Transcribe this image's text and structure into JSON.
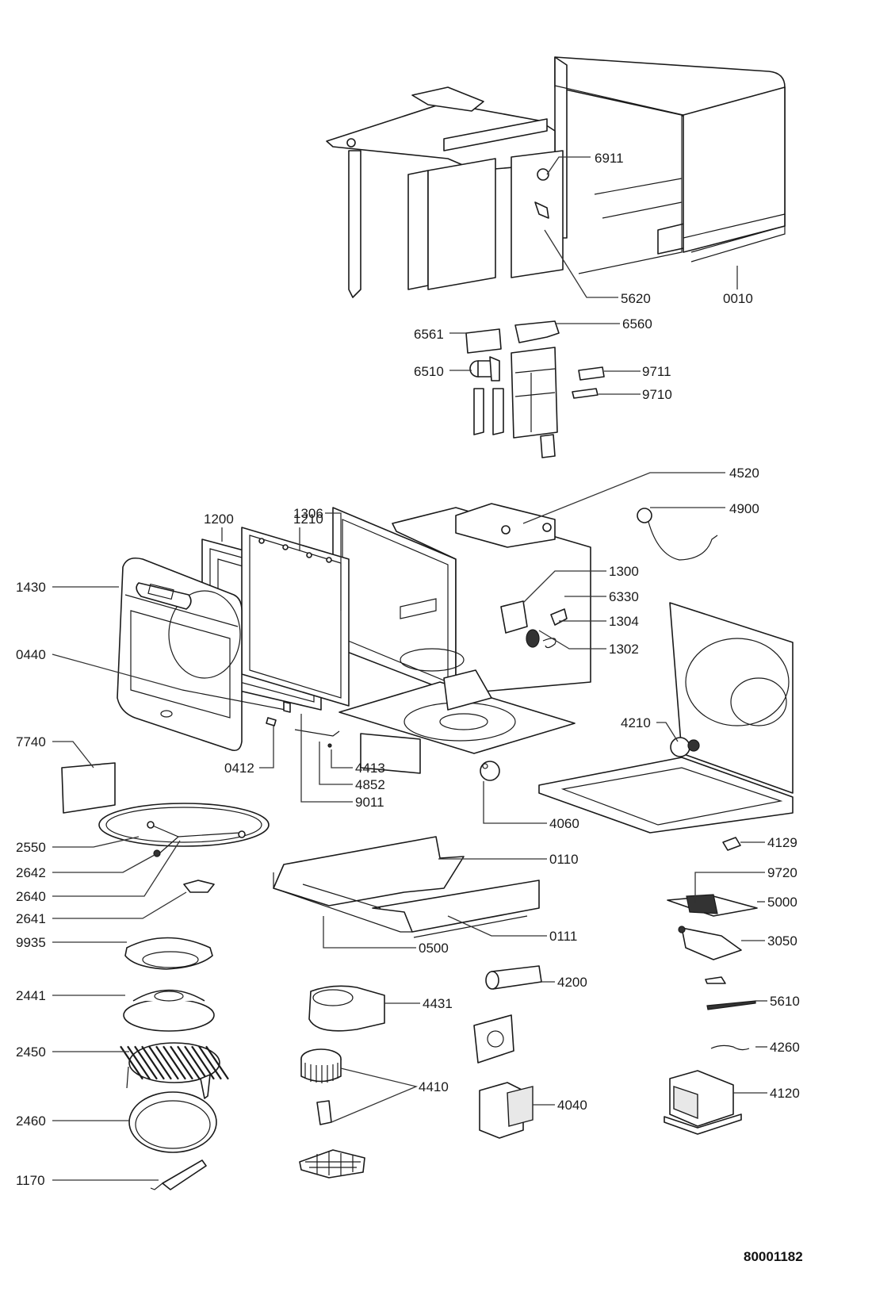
{
  "diagram": {
    "type": "exploded-parts-view",
    "subject": "microwave oven",
    "document_number": "80001182",
    "part_labels": [
      {
        "id": "6911"
      },
      {
        "id": "5620"
      },
      {
        "id": "0010"
      },
      {
        "id": "6561"
      },
      {
        "id": "6560"
      },
      {
        "id": "6510"
      },
      {
        "id": "9711"
      },
      {
        "id": "9710"
      },
      {
        "id": "4520"
      },
      {
        "id": "4900"
      },
      {
        "id": "1306"
      },
      {
        "id": "1200"
      },
      {
        "id": "1210"
      },
      {
        "id": "1430"
      },
      {
        "id": "0440"
      },
      {
        "id": "1300"
      },
      {
        "id": "6330"
      },
      {
        "id": "1304"
      },
      {
        "id": "1302"
      },
      {
        "id": "4210"
      },
      {
        "id": "7740"
      },
      {
        "id": "0412"
      },
      {
        "id": "4413"
      },
      {
        "id": "4852"
      },
      {
        "id": "9011"
      },
      {
        "id": "4060"
      },
      {
        "id": "2550"
      },
      {
        "id": "2642"
      },
      {
        "id": "2640"
      },
      {
        "id": "2641"
      },
      {
        "id": "4129"
      },
      {
        "id": "0110"
      },
      {
        "id": "9720"
      },
      {
        "id": "5000"
      },
      {
        "id": "0111"
      },
      {
        "id": "0500"
      },
      {
        "id": "9935"
      },
      {
        "id": "3050"
      },
      {
        "id": "4200"
      },
      {
        "id": "2441"
      },
      {
        "id": "4431"
      },
      {
        "id": "5610"
      },
      {
        "id": "2450"
      },
      {
        "id": "4260"
      },
      {
        "id": "4410"
      },
      {
        "id": "4120"
      },
      {
        "id": "4040"
      },
      {
        "id": "2460"
      },
      {
        "id": "1170"
      }
    ]
  }
}
